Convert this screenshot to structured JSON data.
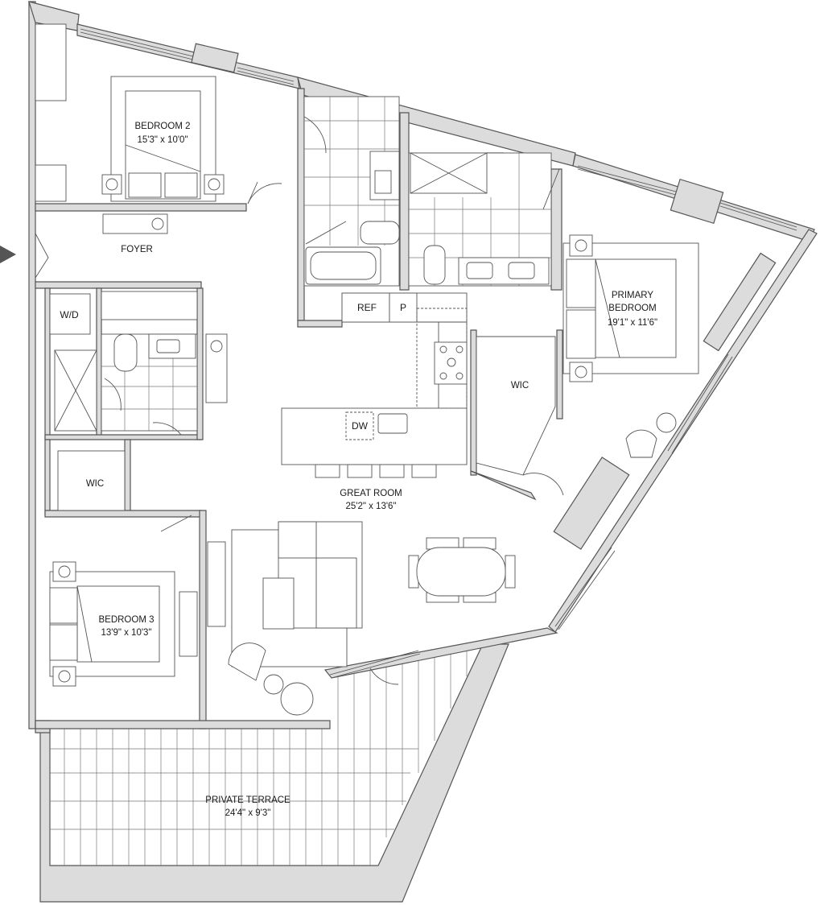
{
  "rooms": {
    "bedroom2": {
      "name": "BEDROOM 2",
      "dims": "15'3\" x 10'0\""
    },
    "foyer": {
      "name": "FOYER"
    },
    "primary": {
      "name_line1": "PRIMARY",
      "name_line2": "BEDROOM",
      "dims": "19'1\" x 11'6\""
    },
    "wic_primary": {
      "name": "WIC"
    },
    "wic_left": {
      "name": "WIC"
    },
    "great_room": {
      "name": "GREAT ROOM",
      "dims": "25'2\" x 13'6\""
    },
    "bedroom3": {
      "name": "BEDROOM 3",
      "dims": "13'9\" x 10'3\""
    },
    "terrace": {
      "name": "PRIVATE TERRACE",
      "dims": "24'4\" x 9'3\""
    }
  },
  "fixtures": {
    "washer_dryer": "W/D",
    "refrigerator": "REF",
    "pantry": "P",
    "dishwasher": "DW"
  },
  "entry_marker": "entry-arrow-icon"
}
